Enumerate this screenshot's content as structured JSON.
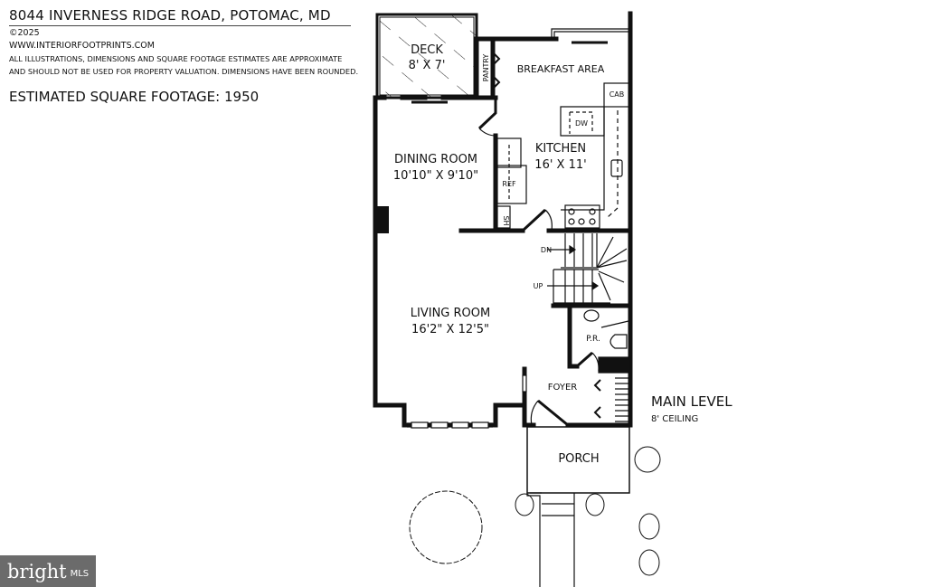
{
  "header": {
    "address": "8044 INVERNESS RIDGE ROAD, POTOMAC, MD",
    "copyright": "©2025",
    "website": "WWW.INTERIORFOOTPRINTS.COM",
    "disclaimer_line1": "ALL ILLUSTRATIONS, DIMENSIONS AND SQUARE FOOTAGE ESTIMATES ARE APPROXIMATE",
    "disclaimer_line2": "AND  SHOULD NOT BE USED FOR PROPERTY VALUATION. DIMENSIONS HAVE BEEN ROUNDED.",
    "square_footage": "ESTIMATED SQUARE FOOTAGE: 1950"
  },
  "rooms": {
    "deck": {
      "name": "DECK",
      "dims": "8' X 7'"
    },
    "pantry": {
      "name": "PANTRY"
    },
    "breakfast": {
      "name": "BREAKFAST AREA"
    },
    "kitchen": {
      "name": "KITCHEN",
      "dims": "16' X 11'"
    },
    "dining": {
      "name": "DINING ROOM",
      "dims": "10'10\" X 9'10\""
    },
    "living": {
      "name": "LIVING ROOM",
      "dims": "16'2\" X 12'5\""
    },
    "powder": {
      "name": "P.R."
    },
    "foyer": {
      "name": "FOYER"
    },
    "porch": {
      "name": "PORCH"
    }
  },
  "fixtures": {
    "cab": "CAB",
    "dw": "DW",
    "ref": "REF",
    "sh": "SH",
    "dn": "DN",
    "up": "UP"
  },
  "level": {
    "name": "MAIN LEVEL",
    "ceiling": "8' CEILING"
  },
  "logo": {
    "brand": "bright",
    "suffix": "MLS"
  }
}
